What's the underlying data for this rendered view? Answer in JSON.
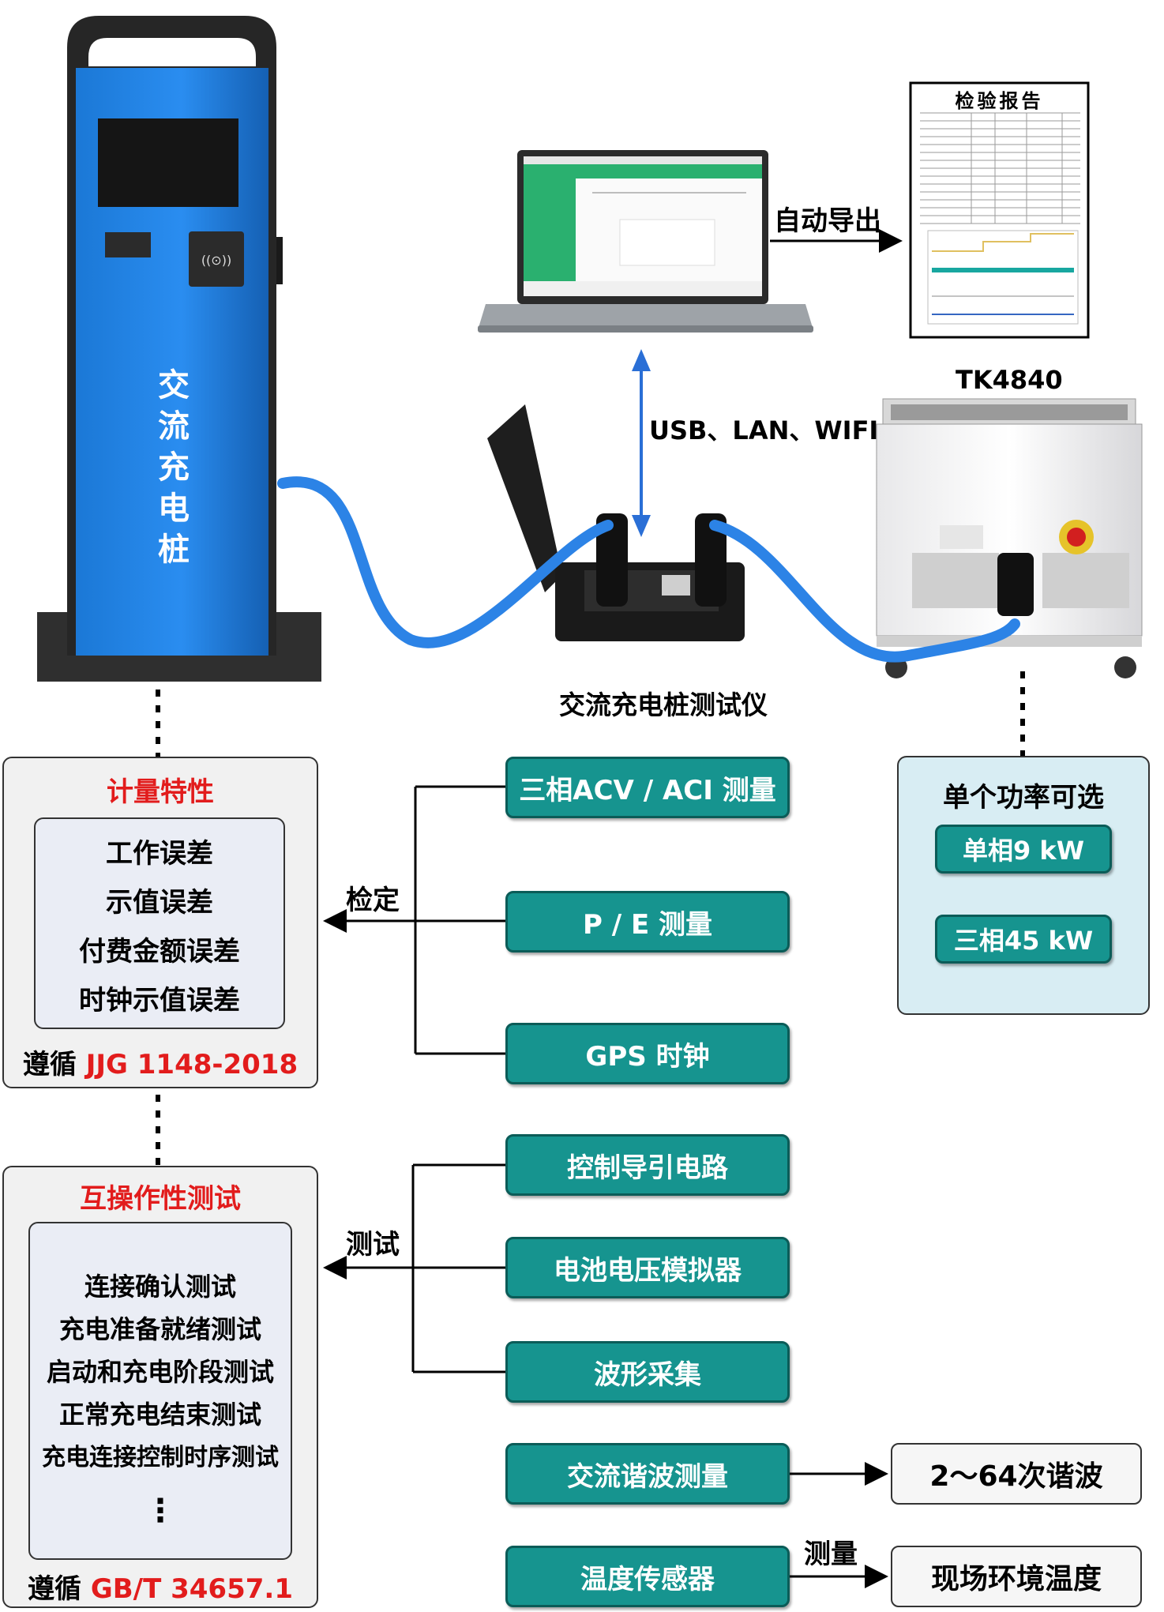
{
  "pile": {
    "label": "交流充电桩"
  },
  "laptop": {
    "caption": ""
  },
  "report": {
    "title": "检验报告"
  },
  "export_label": "自动导出",
  "connection_label": "USB、LAN、WIFI",
  "load_bank": {
    "model": "TK4840"
  },
  "tester": {
    "label": "交流充电桩测试仪"
  },
  "metrology": {
    "title": "计量特性",
    "items": [
      "工作误差",
      "示值误差",
      "付费金额误差",
      "时钟示值误差"
    ],
    "standard_prefix": "遵循 ",
    "standard": "JJG 1148-2018"
  },
  "interop": {
    "title": "互操作性测试",
    "items": [
      "连接确认测试",
      "充电准备就绪测试",
      "启动和充电阶段测试",
      "正常充电结束测试",
      "充电连接控制时序测试",
      "⋮"
    ],
    "standard_prefix": "遵循 ",
    "standard": "GB/T 34657.1"
  },
  "verify_label": "检定",
  "test_label": "测试",
  "measure_label": "测量",
  "features_verify": [
    "三相ACV / ACI 测量",
    "P / E 测量",
    "GPS 时钟"
  ],
  "features_test": [
    "控制导引电路",
    "电池电压模拟器",
    "波形采集"
  ],
  "harmonic": {
    "feature": "交流谐波测量",
    "result": "2～64次谐波"
  },
  "temperature": {
    "feature": "温度传感器",
    "result": "现场环境温度"
  },
  "power": {
    "title": "单个功率可选",
    "options": [
      "单相9 kW",
      "三相45 kW"
    ]
  },
  "colors": {
    "teal": "#16948f",
    "pile_blue": "#1b78d6",
    "cable": "#2c83e6",
    "red": "#e21c1c",
    "power_box": "#d8edf3"
  }
}
